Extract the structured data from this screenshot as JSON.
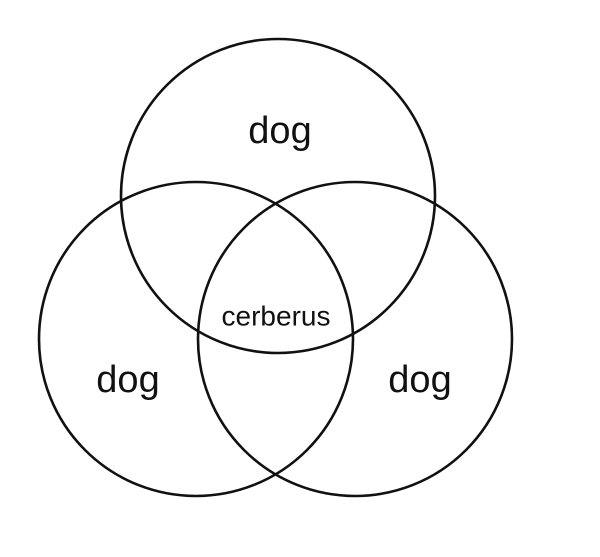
{
  "diagram": {
    "type": "venn",
    "sets": [
      {
        "id": "top",
        "label": "dog"
      },
      {
        "id": "left",
        "label": "dog"
      },
      {
        "id": "right",
        "label": "dog"
      }
    ],
    "intersection": {
      "label": "cerberus"
    }
  },
  "colors": {
    "background": "#ffffff",
    "stroke": "#111111",
    "text": "#111111"
  }
}
